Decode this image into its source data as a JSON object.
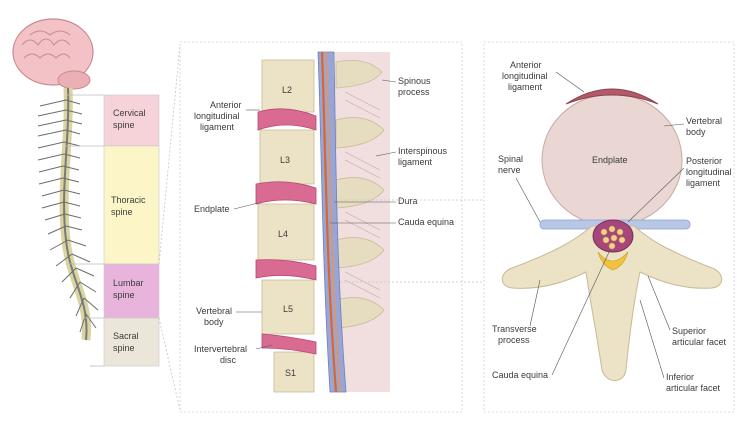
{
  "regions": {
    "cervical": [
      "Cervical",
      "spine"
    ],
    "thoracic": [
      "Thoracic",
      "spine"
    ],
    "lumbar": [
      "Lumbar",
      "spine"
    ],
    "sacral": [
      "Sacral",
      "spine"
    ]
  },
  "vertebrae": {
    "l2": "L2",
    "l3": "L3",
    "l4": "L4",
    "l5": "L5",
    "s1": "S1"
  },
  "sagittal_labels": {
    "anterior_longitudinal": [
      "Anterior",
      "longitudinal",
      "ligament"
    ],
    "endplate": [
      "Endplate"
    ],
    "vertebral_body": [
      "Vertebral",
      "body"
    ],
    "intervertebral_disc": [
      "Intervertebral",
      "disc"
    ],
    "spinous_process": [
      "Spinous",
      "process"
    ],
    "interspinous_ligament": [
      "Interspinous",
      "ligament"
    ],
    "dura": [
      "Dura"
    ],
    "cauda_equina": [
      "Cauda equina"
    ]
  },
  "axial_labels": {
    "anterior_longitudinal": [
      "Anterior",
      "longitudinal",
      "ligament"
    ],
    "vertebral_body": [
      "Vertebral",
      "body"
    ],
    "endplate": [
      "Endplate"
    ],
    "posterior_longitudinal": [
      "Posterior",
      "longitudinal",
      "ligament"
    ],
    "spinal_nerve": [
      "Spinal",
      "nerve"
    ],
    "transverse_process": [
      "Transverse",
      "process"
    ],
    "cauda_equina": [
      "Cauda equina"
    ],
    "superior_articular_facet": [
      "Superior",
      "articular facet"
    ],
    "inferior_articular_facet": [
      "Inferior",
      "articular facet"
    ]
  },
  "colors": {
    "cervical_box": "#f6d3d8",
    "thoracic_box": "#fbf5c8",
    "lumbar_box": "#e8b4dc",
    "sacral_box": "#ece6da",
    "bone": "#ece3c6",
    "disc": "#d96a92",
    "dura": "#7f8fc8",
    "cord": "#d9662a",
    "brain": "#f2c2c6"
  }
}
